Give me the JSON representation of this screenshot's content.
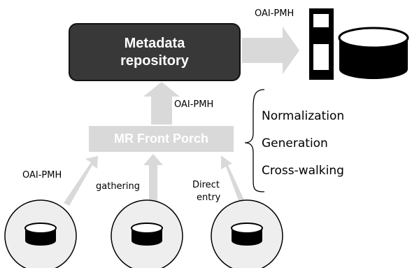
{
  "diagram": {
    "repository_label_line1": "Metadata",
    "repository_label_line2": "repository",
    "front_porch_label": "MR Front Porch",
    "top_arrow_label": "OAI-PMH",
    "vertical_arrow_label": "OAI-PMH",
    "input_labels": {
      "oai_pmh": "OAI-PMH",
      "gathering": "gathering",
      "direct_entry_line1": "Direct",
      "direct_entry_line2": "entry"
    },
    "processes": [
      "Normalization",
      "Generation",
      "Cross-walking"
    ],
    "colors": {
      "repository_fill": "#383838",
      "arrow_fill": "#d9d9d9",
      "front_porch_fill": "#d9d9d9",
      "source_circle_fill": "#eeeeee",
      "database_fill": "#000000"
    }
  }
}
